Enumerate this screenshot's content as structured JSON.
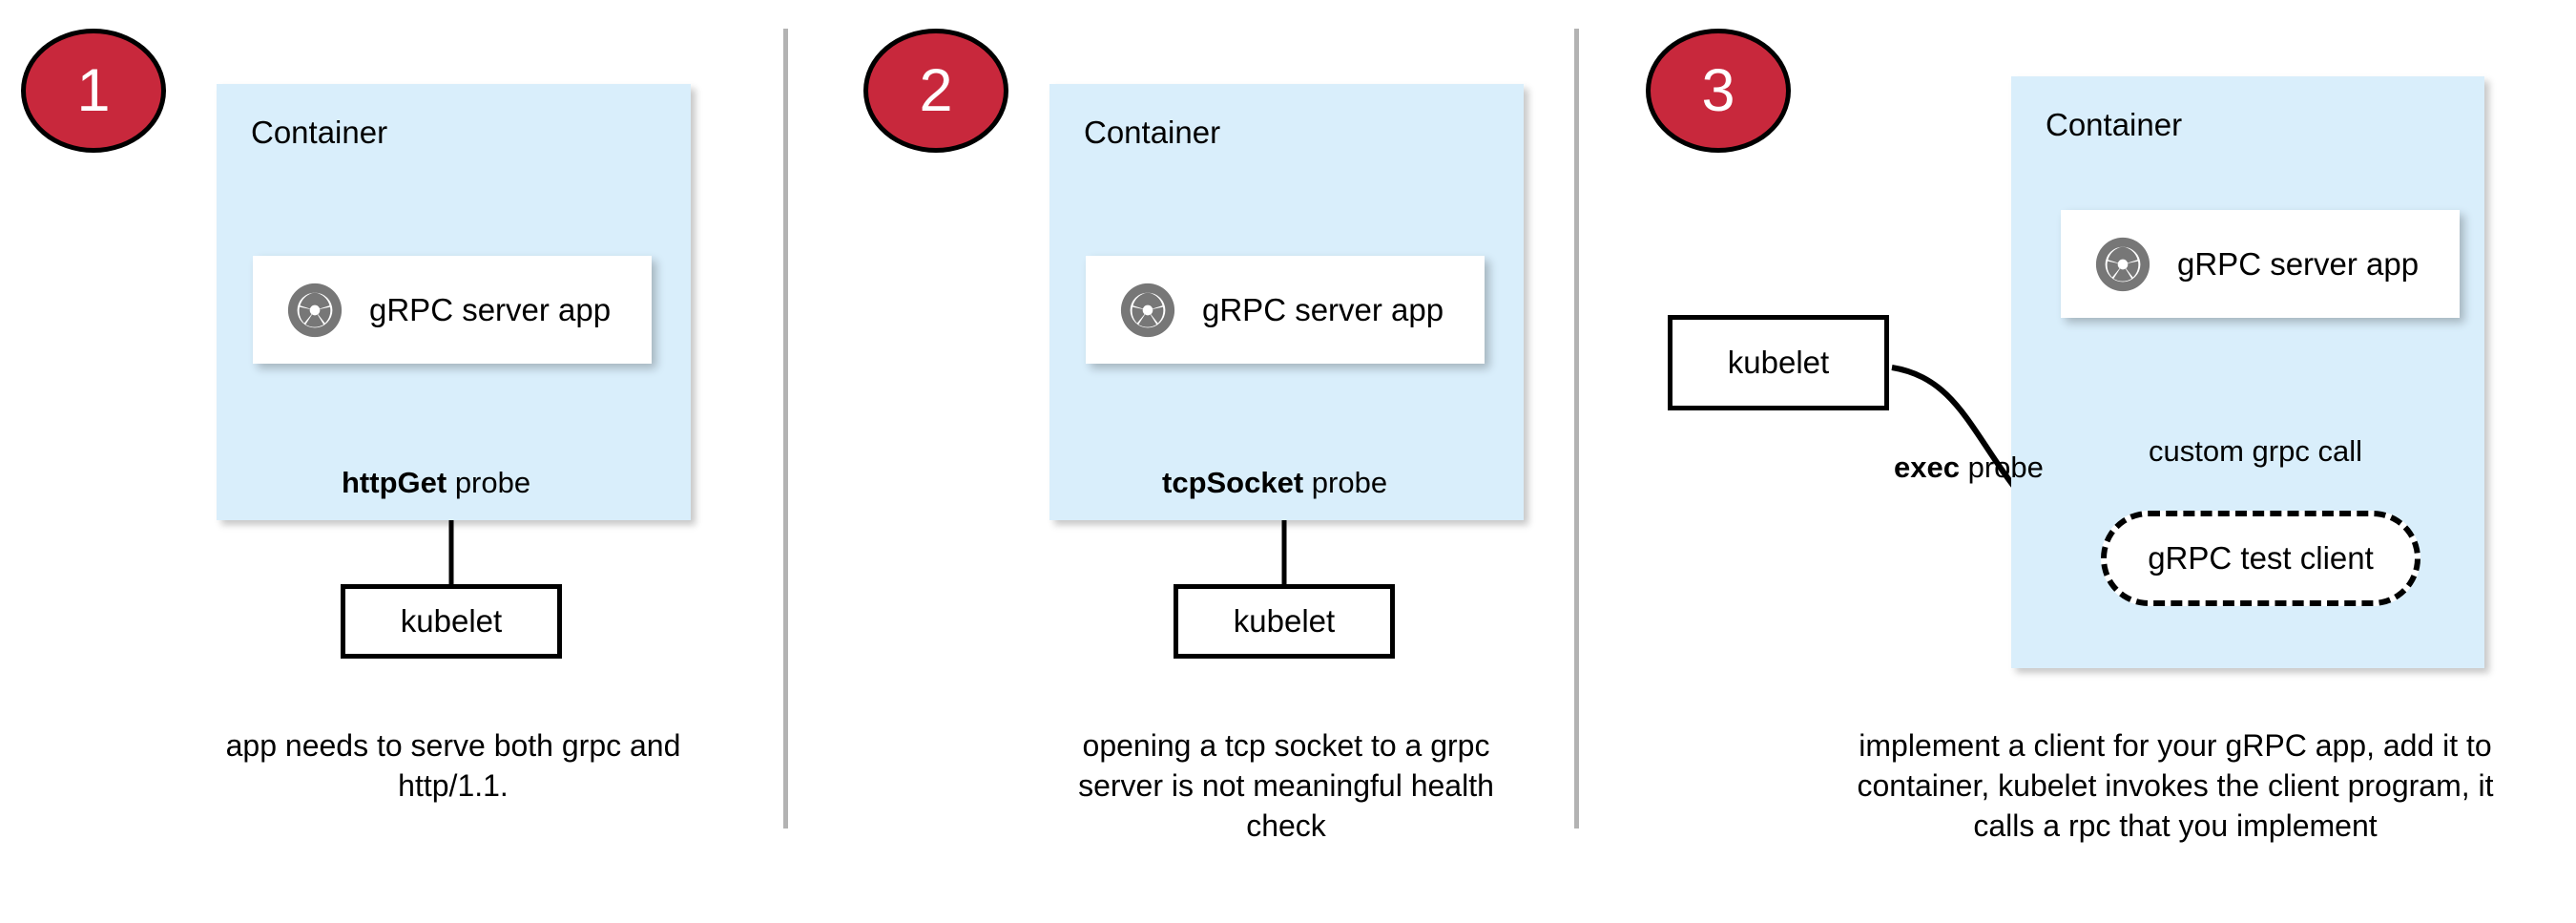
{
  "diagram": {
    "title": "Kubernetes gRPC health-check probe approaches",
    "colors": {
      "badge_fill": "#c8283c",
      "badge_border": "#000000",
      "container_fill": "#d9eefb",
      "card_fill": "#ffffff",
      "divider": "#b3b3b3",
      "icon_gray": "#777777",
      "stroke": "#000000"
    }
  },
  "panels": [
    {
      "badge": "1",
      "container_label": "Container",
      "app_label": "gRPC server app",
      "app_icon": "aperture-icon",
      "probe_label_bold": "httpGet",
      "probe_label_rest": " probe",
      "kubelet_label": "kubelet",
      "caption": "app needs to serve both grpc and http/1.1."
    },
    {
      "badge": "2",
      "container_label": "Container",
      "app_label": "gRPC server app",
      "app_icon": "aperture-icon",
      "probe_label_bold": "tcpSocket",
      "probe_label_rest": " probe",
      "kubelet_label": "kubelet",
      "caption": "opening a tcp socket to a grpc server is not meaningful health check"
    },
    {
      "badge": "3",
      "container_label": "Container",
      "app_label": "gRPC server app",
      "app_icon": "aperture-icon",
      "probe_label_bold": "exec",
      "probe_label_rest": " probe",
      "call_label": "custom grpc call",
      "test_client_label": "gRPC test client",
      "kubelet_label": "kubelet",
      "caption": "implement a client for your gRPC app, add it to container, kubelet invokes the client program, it calls a rpc that you implement"
    }
  ]
}
